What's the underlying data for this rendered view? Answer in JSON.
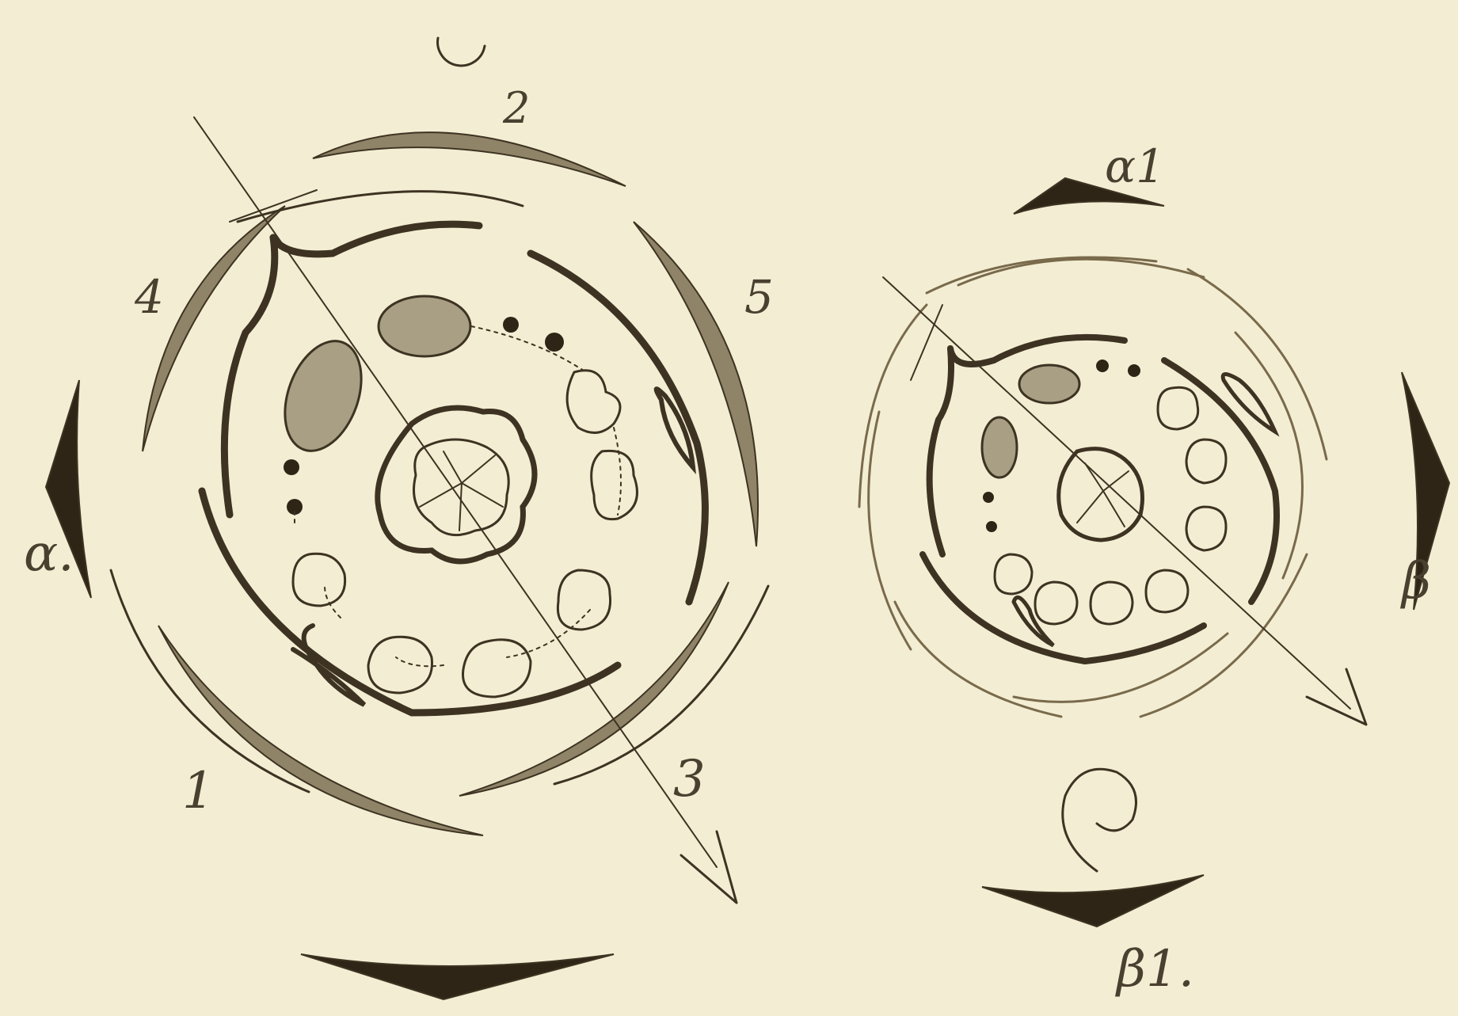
{
  "diagram": {
    "left_flower": {
      "labels": {
        "alpha": "α.",
        "one": "1",
        "two": "2",
        "three": "3",
        "four": "4",
        "five": "5"
      }
    },
    "right_flower": {
      "labels": {
        "alpha1": "α1",
        "beta": "β",
        "beta1": "β1."
      }
    }
  },
  "colors": {
    "ink": "#3e3322",
    "ink_light": "#7a6a4c",
    "fill_grey": "#a89f84",
    "paper": "#f3eed3"
  }
}
